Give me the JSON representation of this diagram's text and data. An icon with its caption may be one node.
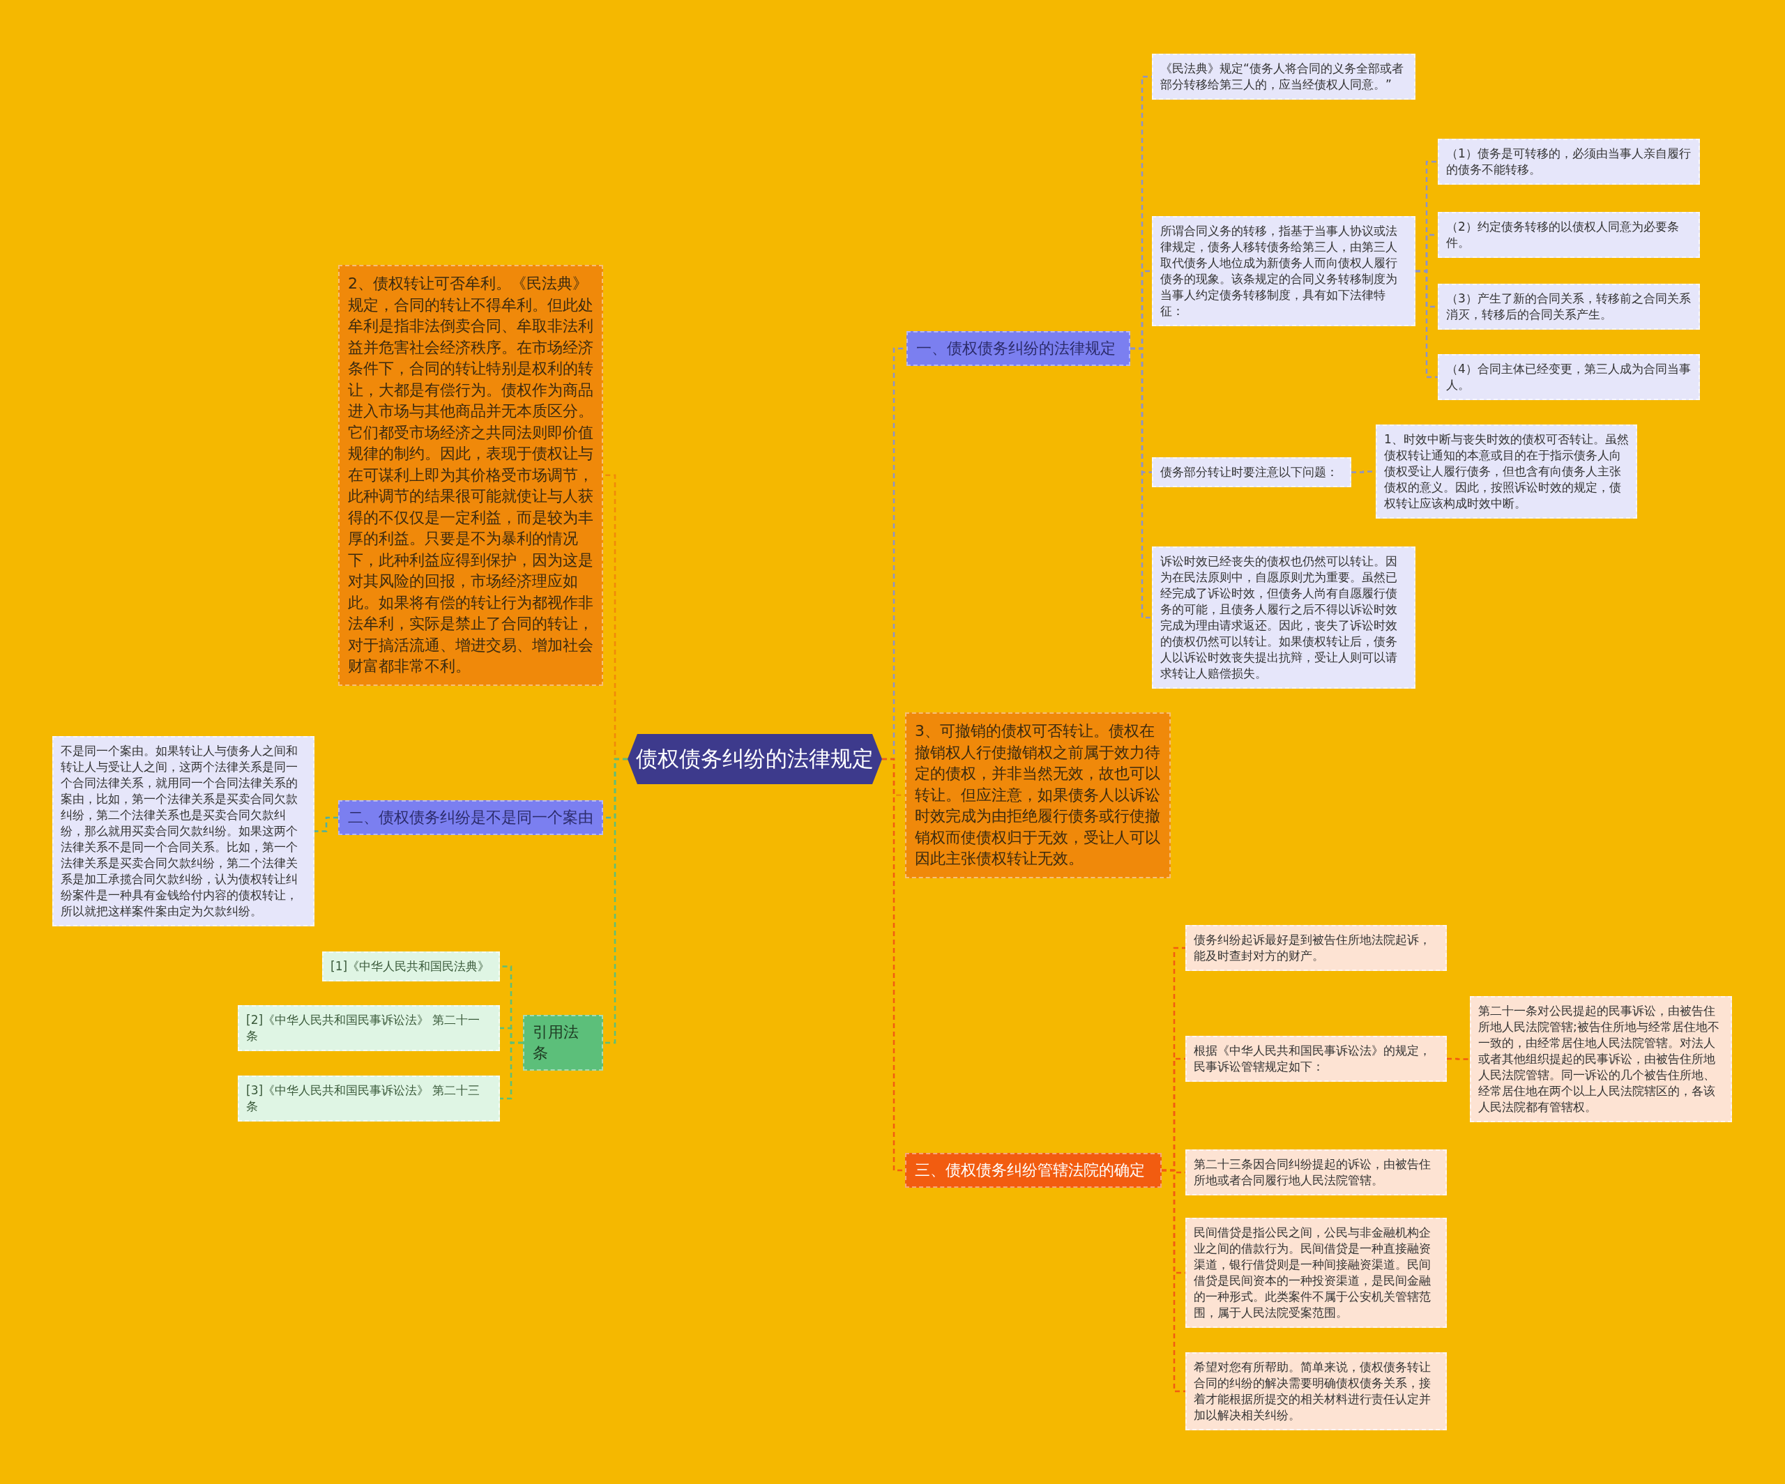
{
  "diagram": {
    "nodes": [
      {
        "text": [
          "债权债务纠纷的法律规定"
        ]
      },
      {
        "text": [
          "一、债权债务纠纷的法律规定"
        ]
      },
      {
        "text": [
          "《民法典》规定“债务人将合同的义务全部或者部分转移给第三人的，应当经债权人同意。”"
        ]
      },
      {
        "text": [
          "所谓合同义务的转移，指基于当事人协议或法律规定，债务人移转债务给第三人，由第三人取代债务人地位成为新债务人而向债权人履行债务的现象。该条规定的合同义务转移制度为当事人约定债务转移制度，具有如下法律特征："
        ]
      },
      {
        "text": [
          "（1）债务是可转移的，必须由当事人亲自履行的债务不能转移。"
        ]
      },
      {
        "text": [
          "（2）约定债务转移的以债权人同意为必要条件。"
        ]
      },
      {
        "text": [
          "（3）产生了新的合同关系，转移前之合同关系消灭，转移后的合同关系产生。"
        ]
      },
      {
        "text": [
          "（4）合同主体已经变更，第三人成为合同当事人。"
        ]
      },
      {
        "text": [
          "债务部分转让时要注意以下问题："
        ]
      },
      {
        "text": [
          "1、时效中断与丧失时效的债权可否转让。虽然债权转让通知的本意或目的在于指示债务人向债权受让人履行债务，但也含有向债务人主张债权的意义。因此，按照诉讼时效的规定，债权转让应该构成时效中断。"
        ]
      },
      {
        "text": [
          "诉讼时效已经丧失的债权也仍然可以转让。因为在民法原则中，自愿原则尤为重要。虽然已经完成了诉讼时效，但债务人尚有自愿履行债务的可能，且债务人履行之后不得以诉讼时效完成为理由请求返还。因此，丧失了诉讼时效的债权仍然可以转让。如果债权转让后，债务人以诉讼时效丧失提出抗辩，受让人则可以请求转让人赔偿损失。"
        ]
      },
      {
        "text": [
          "2、债权转让可否牟利。《民法典》规定，合同的转让不得牟利。但此处牟利是指非法倒卖合同、牟取非法利益并危害社会经济秩序。在市场经济条件下，合同的转让特别是权利的转让，大都是有偿行为。债权作为商品进入市场与其他商品并无本质区分。它们都受市场经济之共同法则即价值规律的制约。因此，表现于债权让与在可谋利上即为其价格受市场调节，此种调节的结果很可能就使让与人获得的不仅仅是一定利益，而是较为丰厚的利益。只要是不为暴利的情况下，此种利益应得到保护，因为这是对其风险的回报，市场经济理应如此。如果将有偿的转让行为都视作非法牟利，实际是禁止了合同的转让，对于搞活流通、增进交易、增加社会财富都非常不利。"
        ]
      },
      {
        "text": [
          "3、可撤销的债权可否转让。债权在撤销权人行使撤销权之前属于效力待定的债权，并非当然无效，故也可以转让。但应注意，如果债务人以诉讼时效完成为由拒绝履行债务或行使撤销权而使债权归于无效，受让人可以因此主张债权转让无效。"
        ]
      },
      {
        "text": [
          "二、债权债务纠纷是不是同一个案由"
        ]
      },
      {
        "text": [
          "不是同一个案由。如果转让人与债务人之间和转让人与受让人之间，这两个法律关系是同一个合同法律关系，就用同一个合同法律关系的案由，比如，第一个法律关系是买卖合同欠款纠纷，第二个法律关系也是买卖合同欠款纠纷，那么就用买卖合同欠款纠纷。如果这两个法律关系不是同一个合同关系。比如，第一个法律关系是买卖合同欠款纠纷，第二个法律关系是加工承揽合同欠款纠纷，认为债权转让纠纷案件是一种具有金钱给付内容的债权转让，所以就把这样案件案由定为欠款纠纷。"
        ]
      },
      {
        "text": [
          "引用法条"
        ]
      },
      {
        "text": [
          "[1]《中华人民共和国民法典》"
        ]
      },
      {
        "text": [
          "[2]《中华人民共和国民事诉讼法》 第二十一条"
        ]
      },
      {
        "text": [
          "[3]《中华人民共和国民事诉讼法》 第二十三条"
        ]
      },
      {
        "text": [
          "三、债权债务纠纷管辖法院的确定"
        ]
      },
      {
        "text": [
          "债务纠纷起诉最好是到被告住所地法院起诉，能及时查封对方的财产。"
        ]
      },
      {
        "text": [
          "根据《中华人民共和国民事诉讼法》的规定，民事诉讼管辖规定如下："
        ]
      },
      {
        "text": [
          "第二十一条对公民提起的民事诉讼，由被告住所地人民法院管辖;被告住所地与经常居住地不一致的，由经常居住地人民法院管辖。对法人或者其他组织提起的民事诉讼，由被告住所地人民法院管辖。同一诉讼的几个被告住所地、经常居住地在两个以上人民法院辖区的，各该人民法院都有管辖权。"
        ]
      },
      {
        "text": [
          "第二十三条因合同纠纷提起的诉讼，由被告住所地或者合同履行地人民法院管辖。"
        ]
      },
      {
        "text": [
          "民间借贷是指公民之间，公民与非金融机构企业之间的借款行为。民间借贷是一种直接融资渠道，银行借贷则是一种间接融资渠道。民间借贷是民间资本的一种投资渠道，是民间金融的一种形式。此类案件不属于公安机关管辖范围，属于人民法院受案范围。"
        ]
      },
      {
        "text": [
          "希望对您有所帮助。简单来说，债权债务转让合同的纠纷的解决需要明确债权债务关系，接着才能根据所提交的相关材料进行责任认定并加以解决相关纠纷。"
        ]
      }
    ],
    "edges": [
      {
        "from": 0,
        "to": 1,
        "arrow": "none"
      },
      {
        "from": 1,
        "to": 2,
        "arrow": "none"
      },
      {
        "from": 1,
        "to": 3,
        "arrow": "none"
      },
      {
        "from": 3,
        "to": 4,
        "arrow": "none"
      },
      {
        "from": 3,
        "to": 5,
        "arrow": "none"
      },
      {
        "from": 3,
        "to": 6,
        "arrow": "none"
      },
      {
        "from": 3,
        "to": 7,
        "arrow": "none"
      },
      {
        "from": 1,
        "to": 8,
        "arrow": "none"
      },
      {
        "from": 8,
        "to": 9,
        "arrow": "none"
      },
      {
        "from": 1,
        "to": 10,
        "arrow": "none"
      },
      {
        "from": 0,
        "to": 11,
        "arrow": "none",
        "color": "#f0890a"
      },
      {
        "from": 0,
        "to": 12,
        "arrow": "none",
        "color": "#f0890a"
      },
      {
        "from": 0,
        "to": 13,
        "arrow": "none",
        "color": "#4fb0a0"
      },
      {
        "from": 13,
        "to": 14,
        "arrow": "none",
        "color": "#4fb0a0"
      },
      {
        "from": 0,
        "to": 15,
        "arrow": "none",
        "color": "#5cbf7a"
      },
      {
        "from": 15,
        "to": 16,
        "arrow": "none",
        "color": "#5cbf7a"
      },
      {
        "from": 15,
        "to": 17,
        "arrow": "none",
        "color": "#5cbf7a"
      },
      {
        "from": 15,
        "to": 18,
        "arrow": "none",
        "color": "#5cbf7a"
      },
      {
        "from": 0,
        "to": 19,
        "arrow": "none",
        "color": "#f25c10"
      },
      {
        "from": 19,
        "to": 20,
        "arrow": "none",
        "color": "#f25c10"
      },
      {
        "from": 19,
        "to": 21,
        "arrow": "none",
        "color": "#f25c10"
      },
      {
        "from": 21,
        "to": 22,
        "arrow": "none",
        "color": "#f25c10"
      },
      {
        "from": 19,
        "to": 23,
        "arrow": "none",
        "color": "#f25c10"
      },
      {
        "from": 19,
        "to": 24,
        "arrow": "none",
        "color": "#f25c10"
      },
      {
        "from": 19,
        "to": 25,
        "arrow": "none",
        "color": "#f25c10"
      }
    ]
  }
}
